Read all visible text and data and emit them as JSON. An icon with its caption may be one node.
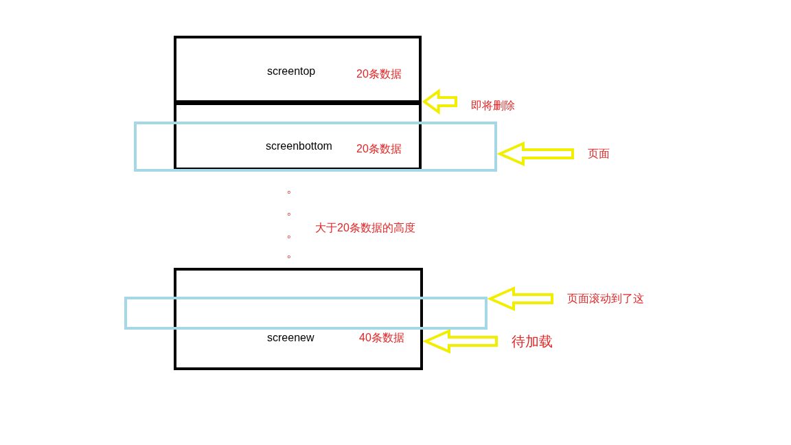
{
  "diagram": {
    "nodes": [
      {
        "text": [
          "screentop",
          "20条数据"
        ]
      },
      {
        "text": [
          "screenbottom",
          "20条数据"
        ]
      },
      {
        "text": [],
        "shape": "box"
      },
      {
        "text": [
          "即将删除"
        ]
      },
      {
        "text": [
          "页面"
        ]
      },
      {
        "text": [
          "screenew",
          "40条数据"
        ]
      },
      {
        "text": [],
        "shape": "box"
      },
      {
        "text": [
          "页面滚动到了这"
        ]
      },
      {
        "text": [
          "待加载"
        ]
      }
    ],
    "edges": [
      {
        "from": 3,
        "to": 0,
        "arrow": "to"
      },
      {
        "from": 4,
        "to": 2,
        "arrow": "to"
      },
      {
        "from": 7,
        "to": 6,
        "arrow": "to"
      },
      {
        "from": 8,
        "to": 5,
        "arrow": "to"
      }
    ],
    "labels": [
      "。",
      "。",
      "。",
      "。",
      "大于20条数据的高度"
    ]
  }
}
